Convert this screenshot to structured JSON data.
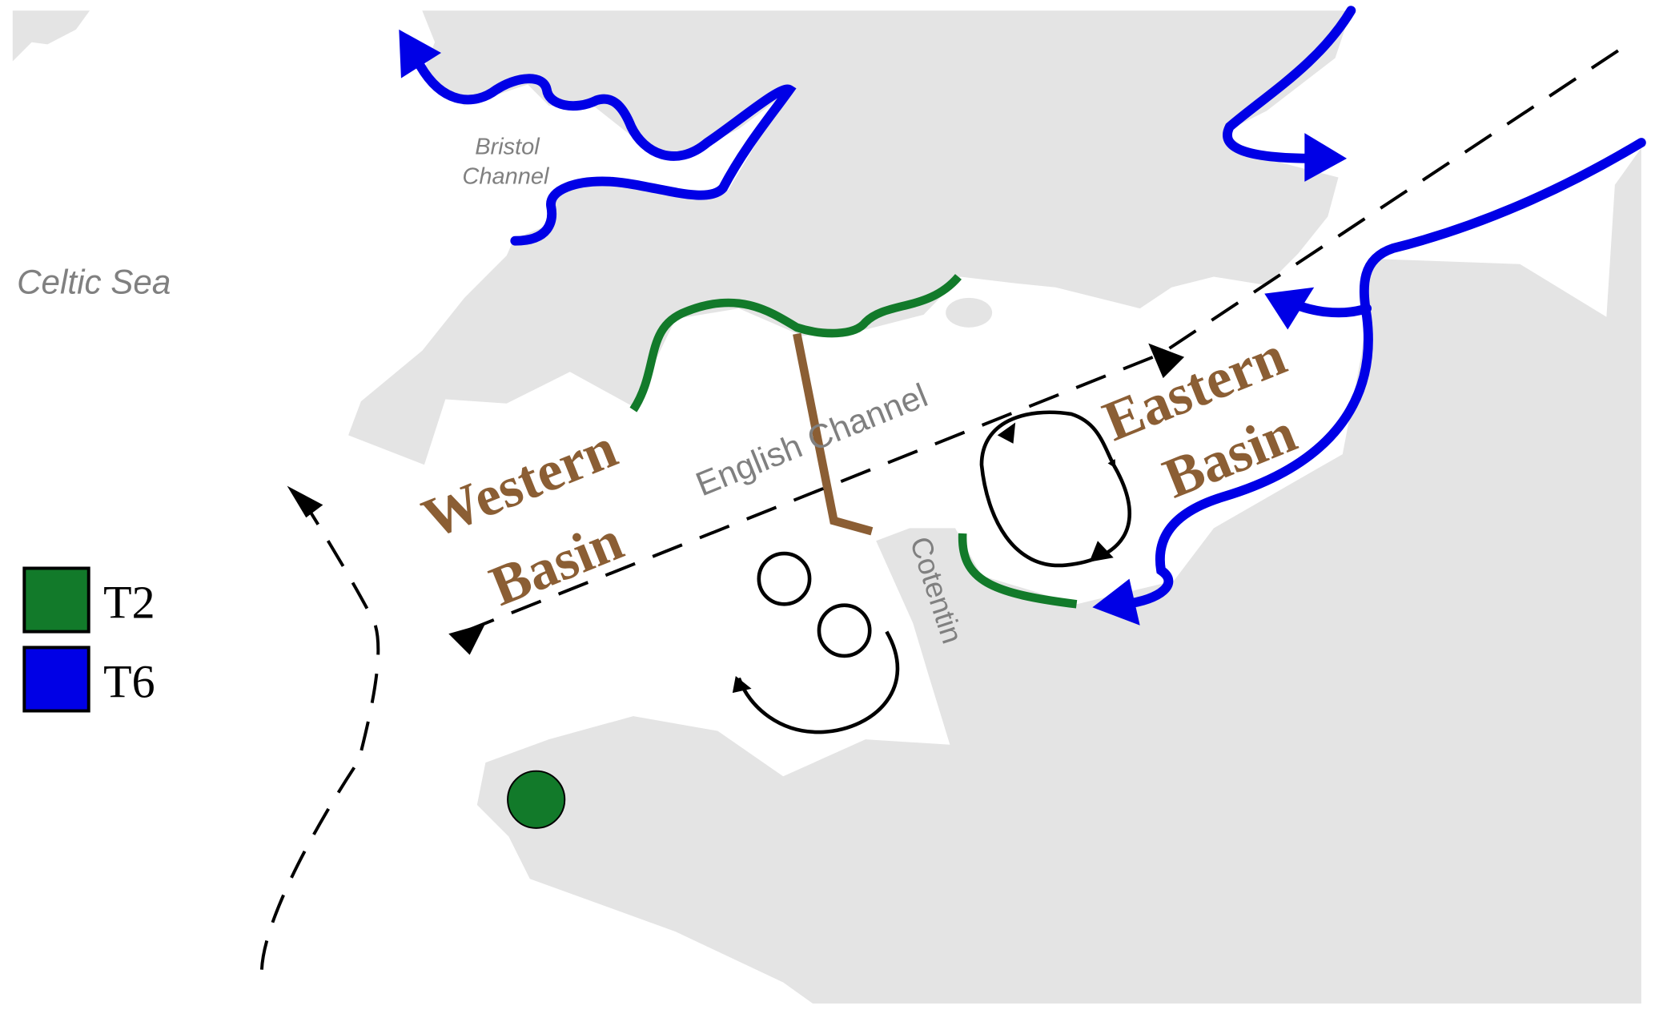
{
  "labels": {
    "celtic_sea": "Celtic Sea",
    "bristol_line1": "Bristol",
    "bristol_line2": "Channel",
    "english_channel": "English Channel",
    "cotentin": "Cotentin",
    "western_line1": "Western",
    "western_line2": "Basin",
    "eastern_line1": "Eastern",
    "eastern_line2": "Basin"
  },
  "legend": [
    {
      "label": "T2",
      "color": "#127A2A"
    },
    {
      "label": "T6",
      "color": "#0000E6"
    }
  ],
  "colors": {
    "land": "#E4E4E4",
    "sea": "#FFFFFF",
    "divider": "#8B5E34",
    "circulation": "#000000"
  }
}
